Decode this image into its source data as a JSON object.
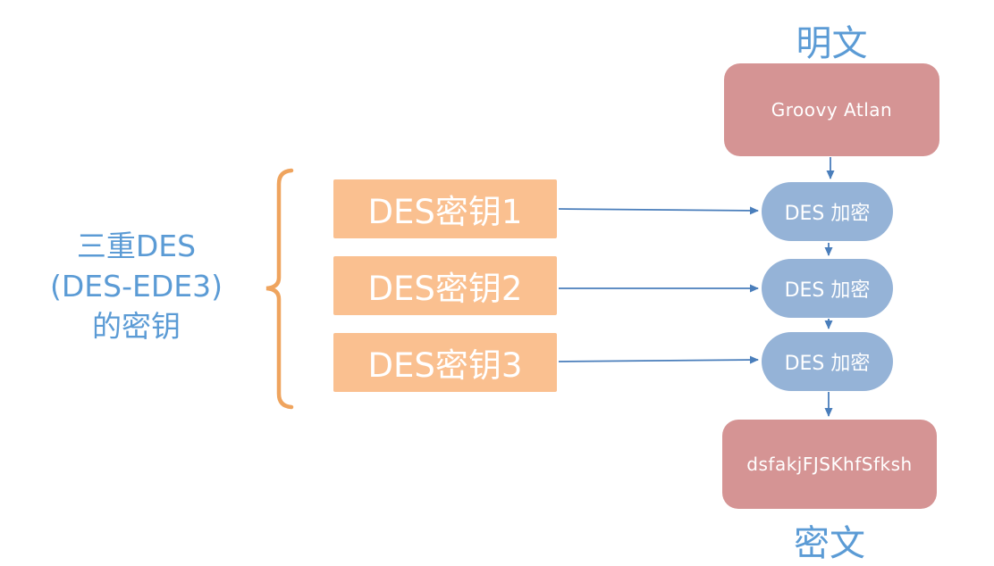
{
  "diagram": {
    "plaintext_label": "明文",
    "ciphertext_label": "密文",
    "plaintext_value": "Groovy Atlan",
    "ciphertext_value": "dsfakjFJSKhfSfksh",
    "keys_caption": {
      "line1": "三重DES",
      "line2": "(DES-EDE3)",
      "line3": "的密钥"
    },
    "keys": [
      {
        "label": "DES密钥1"
      },
      {
        "label": "DES密钥2"
      },
      {
        "label": "DES密钥3"
      }
    ],
    "stages": [
      {
        "label": "DES 加密"
      },
      {
        "label": "DES 加密"
      },
      {
        "label": "DES 加密"
      }
    ],
    "colors": {
      "label_blue": "#5B9BD5",
      "key_orange": "#FAC090",
      "stage_blue": "#95B3D7",
      "data_pink": "#D59494",
      "arrow_blue": "#4A7EBB",
      "brace_orange": "#EFA45E",
      "box_text": "#FFFFFF",
      "background": "#FFFFFF"
    }
  }
}
